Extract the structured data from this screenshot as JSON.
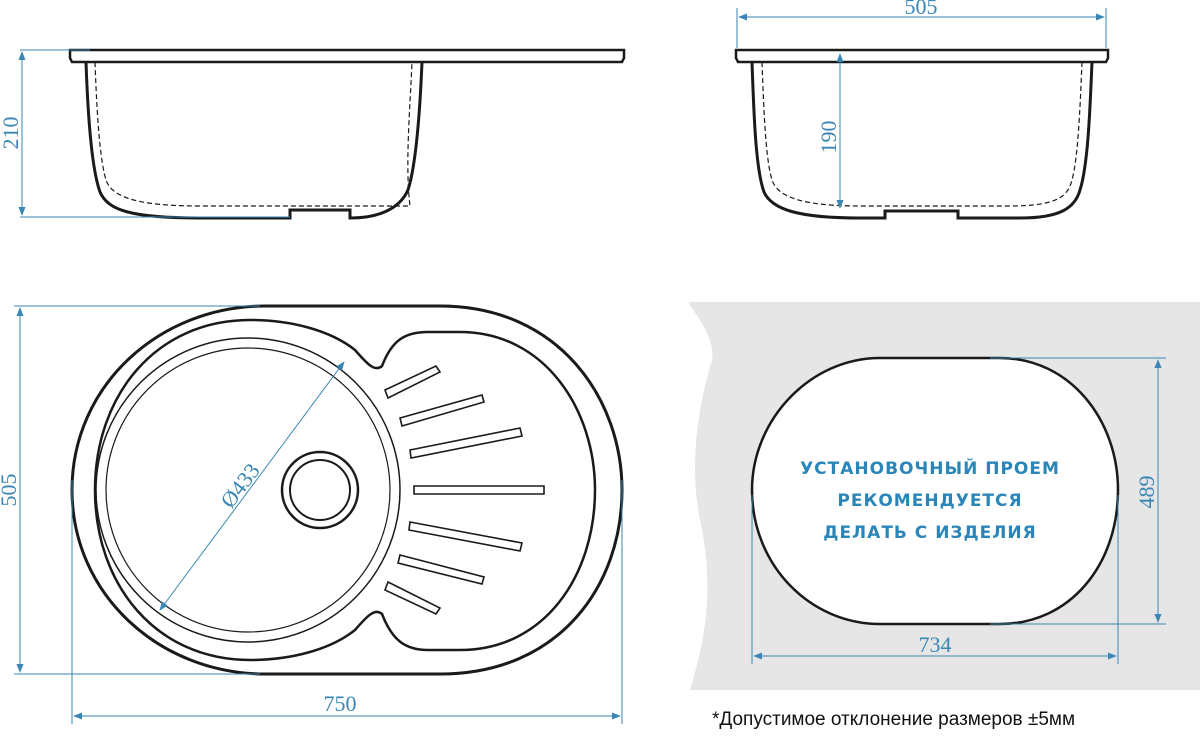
{
  "dimensions": {
    "front_width": "505",
    "side_height": "210",
    "front_depth": "190",
    "top_depth": "505",
    "top_width": "750",
    "bowl_diameter": "Ø433",
    "cutout_height": "489",
    "cutout_width": "734"
  },
  "cutout_text": {
    "line1": "УСТАНОВОЧНЫЙ ПРОЕМ",
    "line2": "РЕКОМЕНДУЕТСЯ",
    "line3": "ДЕЛАТЬ С ИЗДЕЛИЯ"
  },
  "note": "*Допустимое отклонение размеров ±5мм",
  "colors": {
    "dimension_line": "#3a86b4",
    "outline": "#1a1a1a",
    "countertop": "#e6e6e6"
  }
}
